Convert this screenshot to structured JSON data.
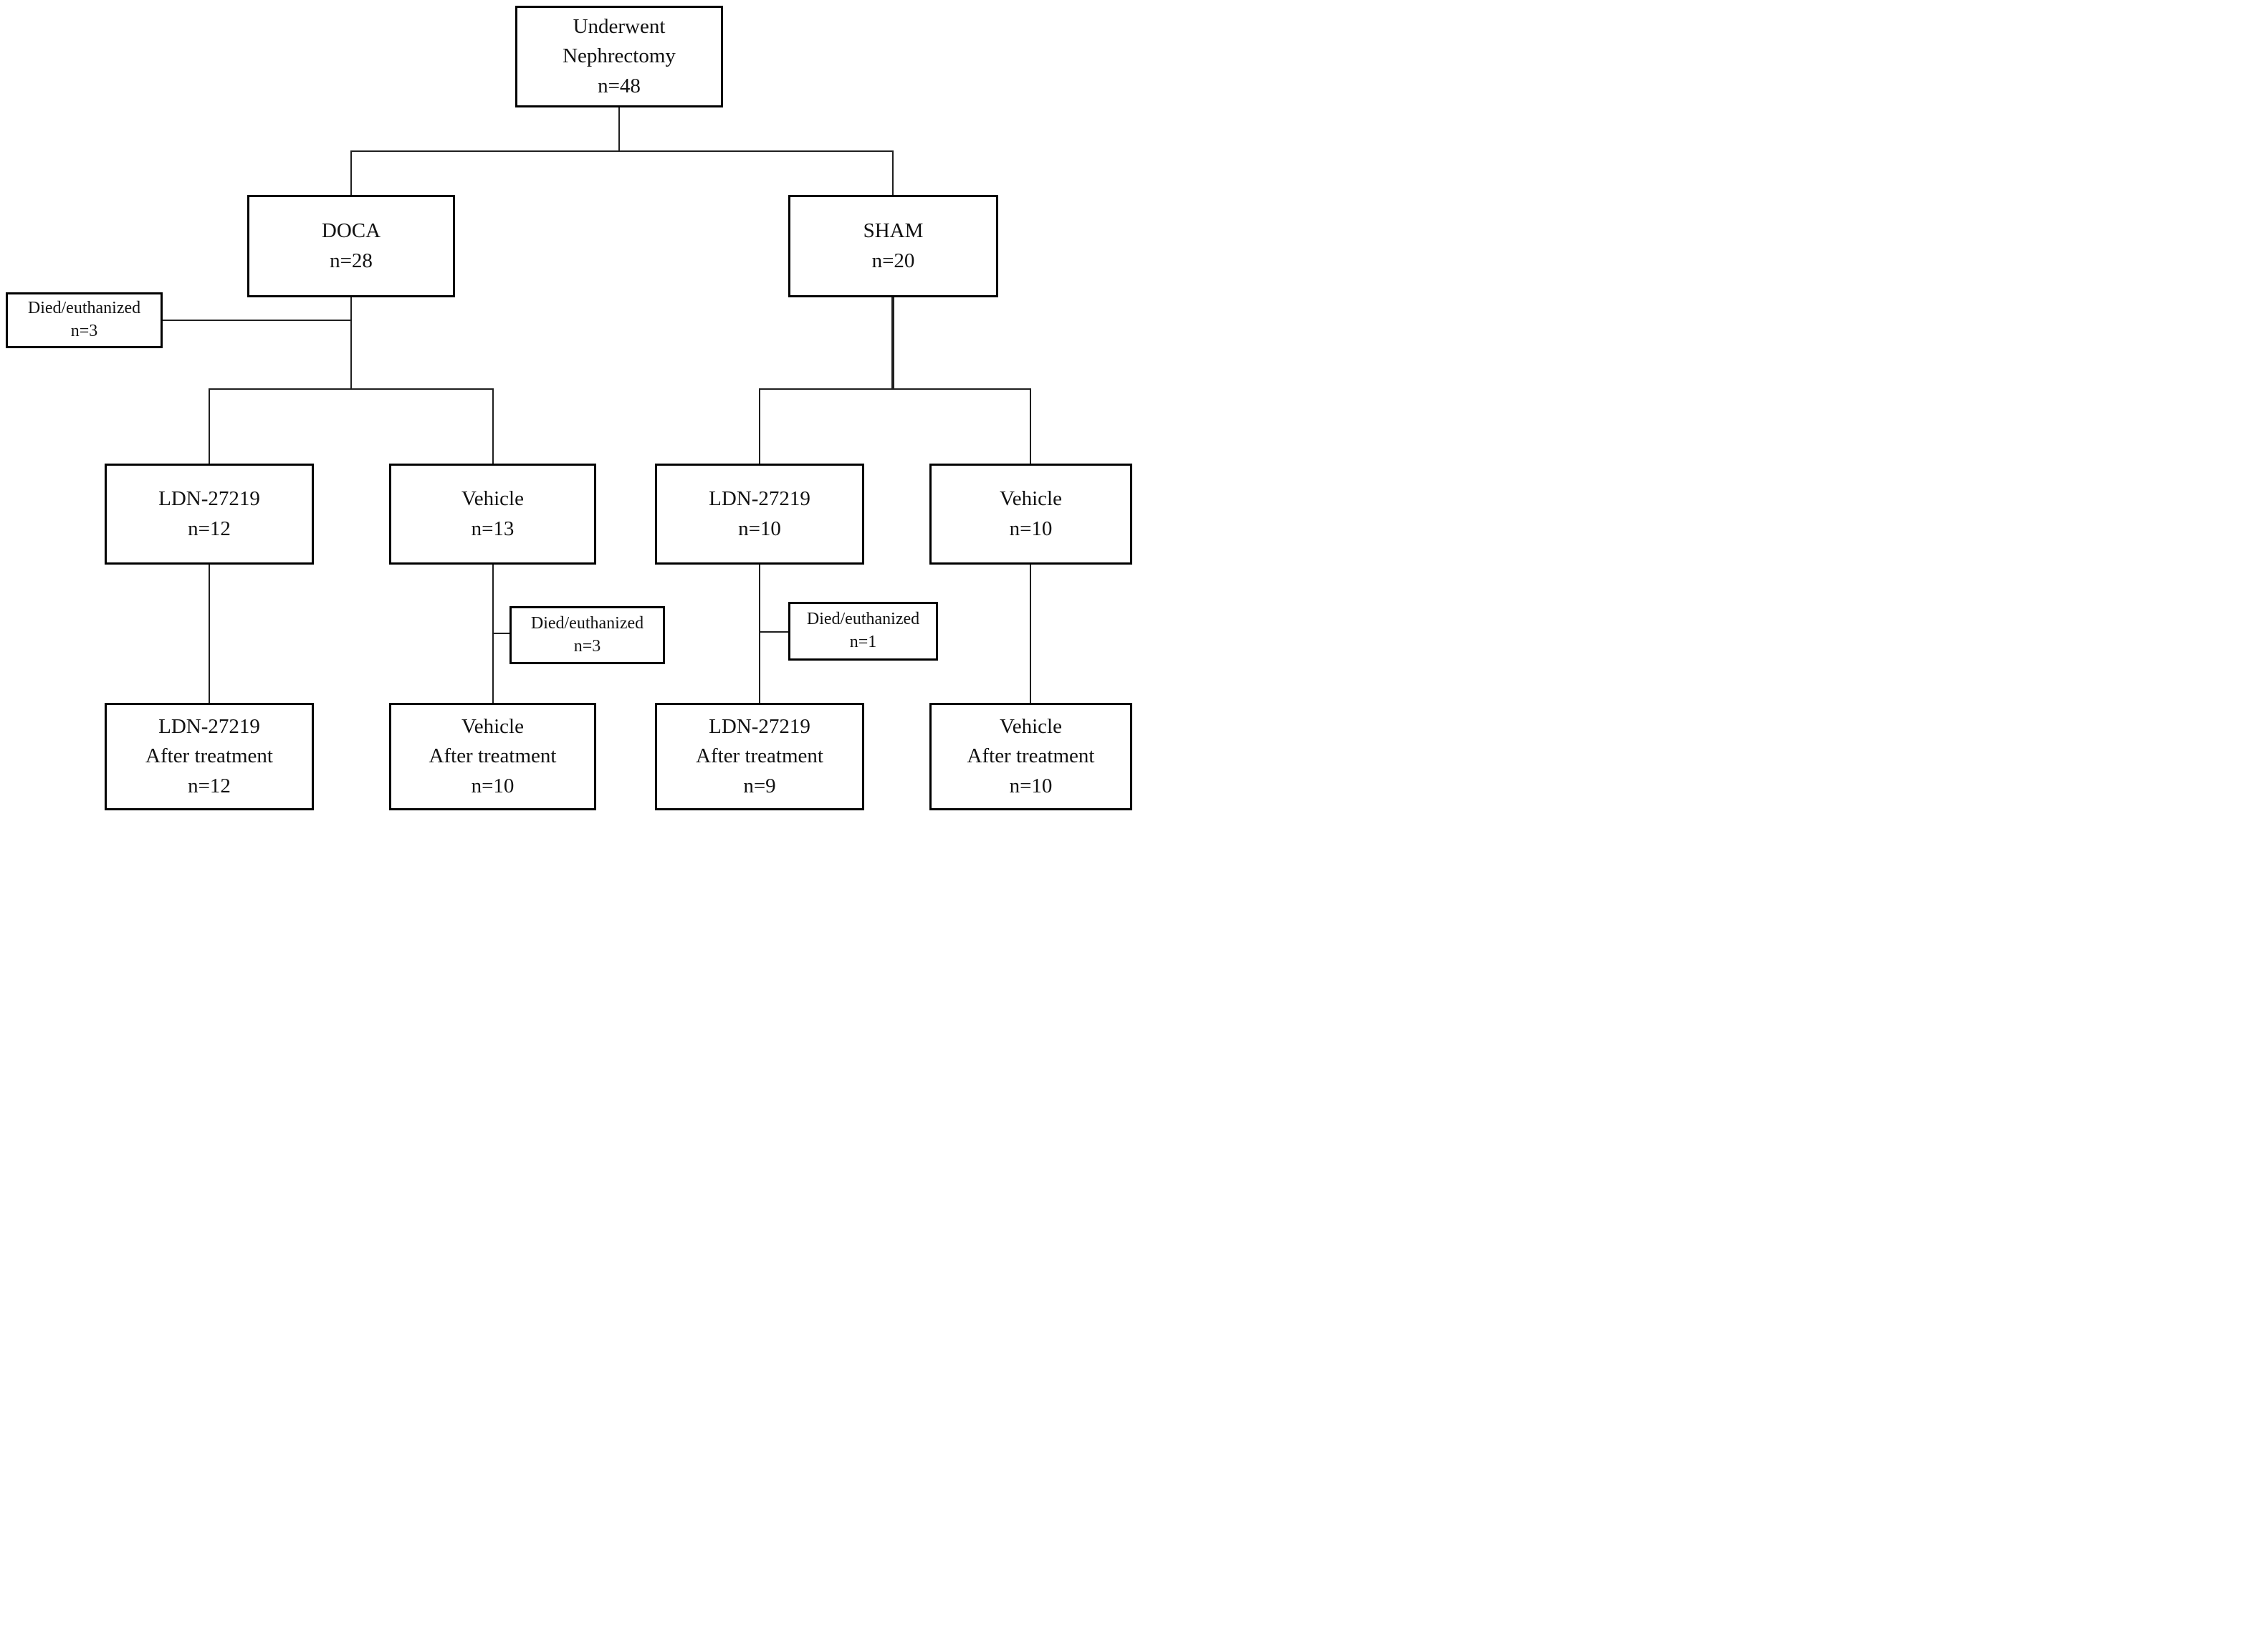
{
  "diagram_type": "study-flow-diagram",
  "colors": {
    "background": "#ffffff",
    "box_fill": "#ffffff",
    "box_border": "#000000",
    "connector": "#1f1f1f"
  },
  "nodes": {
    "nephrectomy": {
      "line1": "Underwent",
      "line2": "Nephrectomy",
      "line3": "n=48"
    },
    "doca": {
      "line1": "DOCA",
      "line2": "n=28"
    },
    "sham": {
      "line1": "SHAM",
      "line2": "n=20"
    },
    "died_doca": {
      "line1": "Died/euthanized",
      "line2": "n=3"
    },
    "ldn_doca": {
      "line1": "LDN-27219",
      "line2": "n=12"
    },
    "vehicle_doca": {
      "line1": "Vehicle",
      "line2": "n=13"
    },
    "ldn_sham": {
      "line1": "LDN-27219",
      "line2": "n=10"
    },
    "vehicle_sham": {
      "line1": "Vehicle",
      "line2": "n=10"
    },
    "died_vehicle_doca": {
      "line1": "Died/euthanized",
      "line2": "n=3"
    },
    "died_ldn_sham": {
      "line1": "Died/euthanized",
      "line2": "n=1"
    },
    "ldn_doca_after": {
      "line1": "LDN-27219",
      "line2": "After treatment",
      "line3": "n=12"
    },
    "vehicle_doca_after": {
      "line1": "Vehicle",
      "line2": "After treatment",
      "line3": "n=10"
    },
    "ldn_sham_after": {
      "line1": "LDN-27219",
      "line2": "After treatment",
      "line3": "n=9"
    },
    "vehicle_sham_after": {
      "line1": "Vehicle",
      "line2": "After treatment",
      "line3": "n=10"
    }
  }
}
